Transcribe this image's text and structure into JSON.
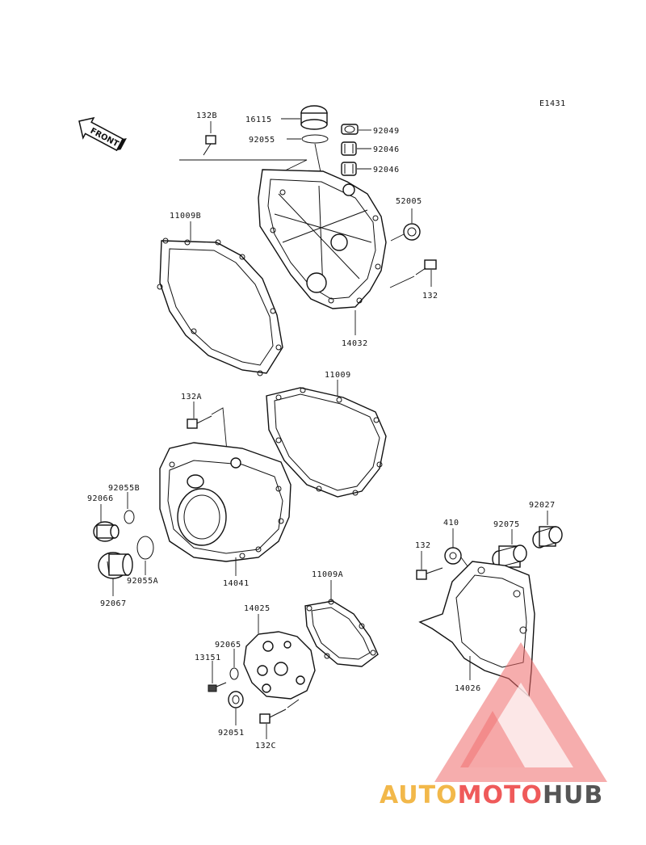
{
  "diagram_code": "E1431",
  "front_label": "FRONT",
  "parts": {
    "p132B": "132B",
    "p16115": "16115",
    "p92055": "92055",
    "p92049": "92049",
    "p92046a": "92046",
    "p92046b": "92046",
    "p52005": "52005",
    "p11009B": "11009B",
    "p132": "132",
    "p14032": "14032",
    "p11009": "11009",
    "p132A": "132A",
    "p92055B": "92055B",
    "p92066": "92066",
    "p92055A": "92055A",
    "p92067": "92067",
    "p14041": "14041",
    "p132b2": "132",
    "p410": "410",
    "p92075": "92075",
    "p92027": "92027",
    "p11009A": "11009A",
    "p14025": "14025",
    "p92065": "92065",
    "p13151": "13151",
    "p92051": "92051",
    "p132C": "132C",
    "p14026": "14026"
  },
  "watermark": {
    "part1": "AUTO",
    "part2": "MOTO",
    "part3": "HUB",
    "color1": "#f2b84a",
    "color2": "#ef5a5a",
    "color3": "#555555"
  }
}
